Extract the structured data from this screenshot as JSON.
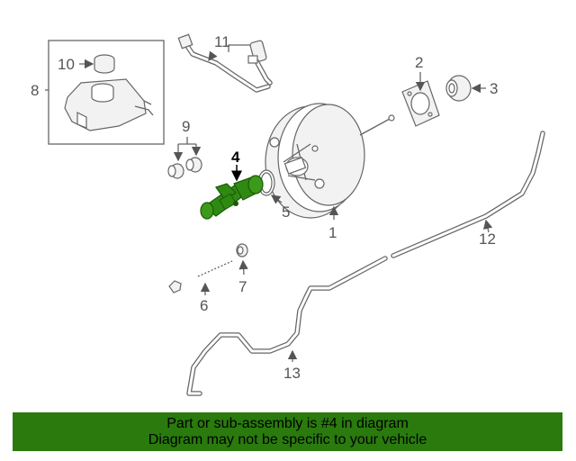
{
  "callouts": {
    "c1": "1",
    "c2": "2",
    "c3": "3",
    "c4": "4",
    "c5": "5",
    "c6": "6",
    "c7": "7",
    "c8": "8",
    "c9": "9",
    "c10": "10",
    "c11": "11",
    "c12": "12",
    "c13": "13"
  },
  "highlight": {
    "part": "4",
    "color": "#2f8a12"
  },
  "banner": {
    "line1": "Part or sub-assembly is #4 in diagram",
    "line2": "Diagram may not be specific to your vehicle",
    "background": "#2a7a0e"
  }
}
